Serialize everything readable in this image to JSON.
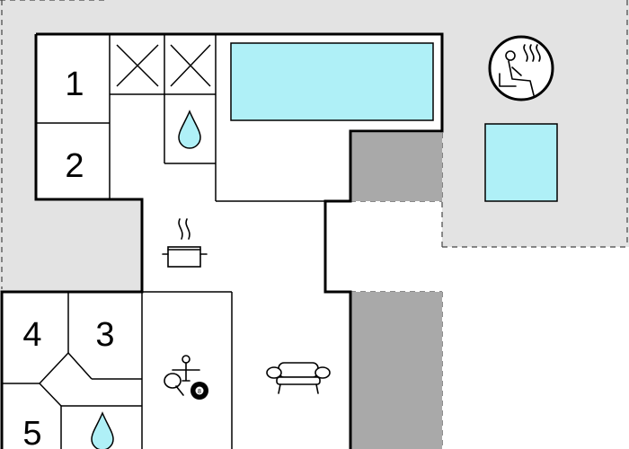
{
  "rooms": [
    {
      "id": "room-1",
      "label": "1"
    },
    {
      "id": "room-2",
      "label": "2"
    },
    {
      "id": "room-3",
      "label": "3"
    },
    {
      "id": "room-4",
      "label": "4"
    },
    {
      "id": "room-5",
      "label": "5"
    }
  ],
  "icons": [
    "sauna-icon",
    "kitchen-pot-icon",
    "shower-drop-icon",
    "sofa-icon",
    "table-tennis-icon",
    "billiard-ball-icon",
    "table-football-icon"
  ],
  "billiard_ball_number": "8",
  "colors": {
    "pool": "#aff0f7",
    "terrace": "#e3e3e3",
    "dark_area": "#a9a9a9",
    "wall": "#000000"
  }
}
